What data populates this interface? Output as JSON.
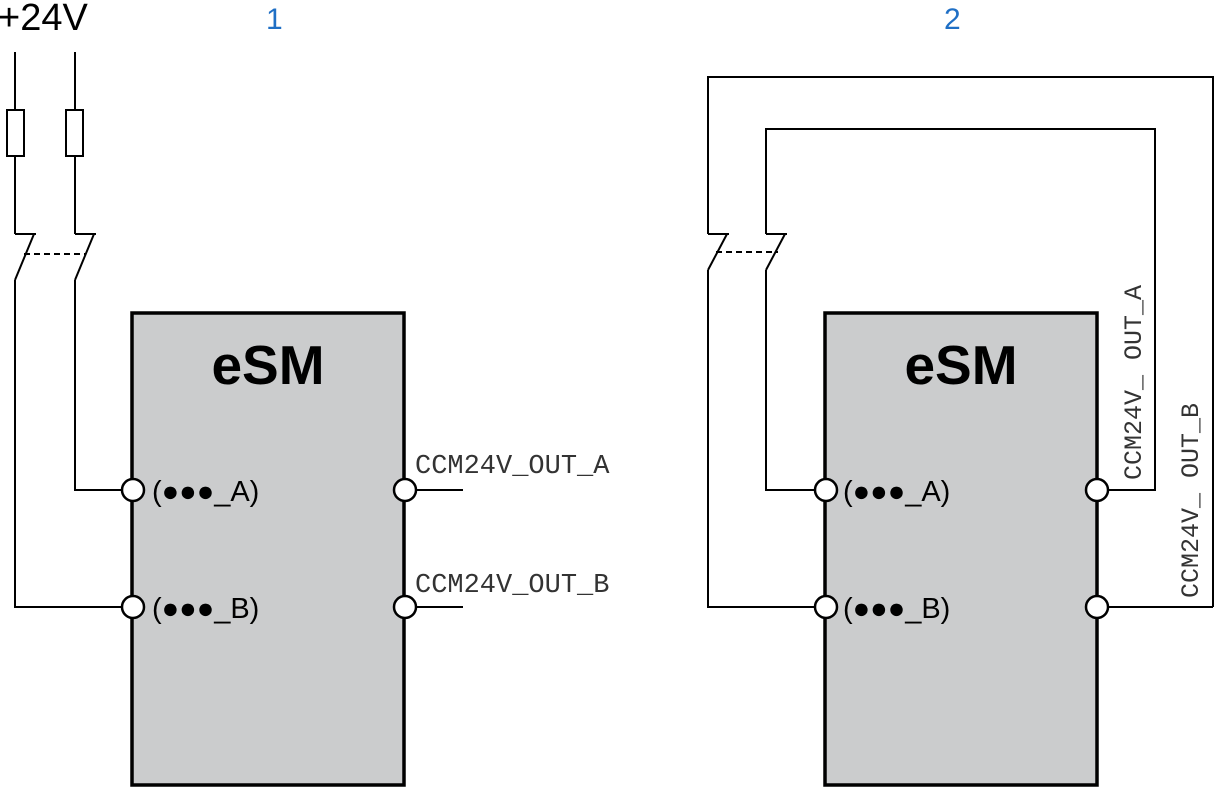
{
  "supply_label": "+24V",
  "panel1": {
    "number": "1",
    "module_label": "eSM",
    "input_a": "(●●●_A)",
    "input_b": "(●●●_B)",
    "output_a": "CCM24V_OUT_A",
    "output_b": "CCM24V_OUT_B"
  },
  "panel2": {
    "number": "2",
    "module_label": "eSM",
    "input_a": "(●●●_A)",
    "input_b": "(●●●_B)",
    "output_a": "CCM24V_ OUT_A",
    "output_b": "CCM24V_ OUT_B"
  },
  "colors": {
    "panel_number": "#1f6fc5",
    "module_fill": "#cbcccd",
    "wire": "#000000"
  }
}
